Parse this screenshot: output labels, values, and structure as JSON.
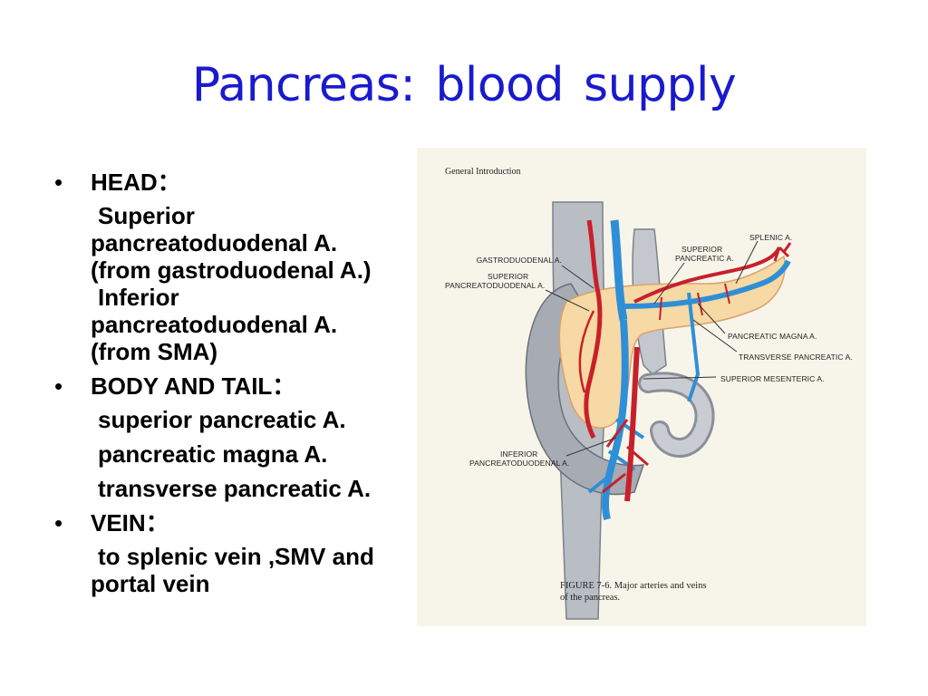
{
  "title": "Pancreas:   blood supply",
  "bullets": {
    "head": {
      "heading": "HEAD：",
      "lines": [
        "Superior",
        "pancreatoduodenal A.",
        "(from gastroduodenal A.)",
        "Inferior",
        "pancreatoduodenal A.",
        "(from SMA)"
      ]
    },
    "body_tail": {
      "heading": "BODY  AND  TAIL：",
      "lines": [
        "superior pancreatic A.",
        "pancreatic magna A.",
        "transverse pancreatic A."
      ]
    },
    "vein": {
      "heading": "VEIN：",
      "lines": [
        "to splenic vein ,SMV and",
        "portal vein"
      ]
    }
  },
  "figure": {
    "header": "General Introduction",
    "labels": {
      "gastroduodenal": "GASTRODUODENAL A.",
      "sup_pd_1": "SUPERIOR",
      "sup_pd_2": "PANCREATODUODENAL A.",
      "sup_panc_1": "SUPERIOR",
      "sup_panc_2": "PANCREATIC A.",
      "splenic": "SPLENIC A.",
      "magna": "PANCREATIC MAGNA A.",
      "transverse": "TRANSVERSE PANCREATIC A.",
      "sma": "SUPERIOR MESENTERIC A.",
      "inf_pd_1": "INFERIOR",
      "inf_pd_2": "PANCREATODUODENAL A."
    },
    "caption_1": "FIGURE 7-6.  Major arteries and veins",
    "caption_2": "of the pancreas."
  },
  "colors": {
    "title": "#1a1acd",
    "artery": "#c8202a",
    "vein": "#2f8fd6",
    "pancreas": "#f6d9a4",
    "gut": "#b9bdc4"
  }
}
